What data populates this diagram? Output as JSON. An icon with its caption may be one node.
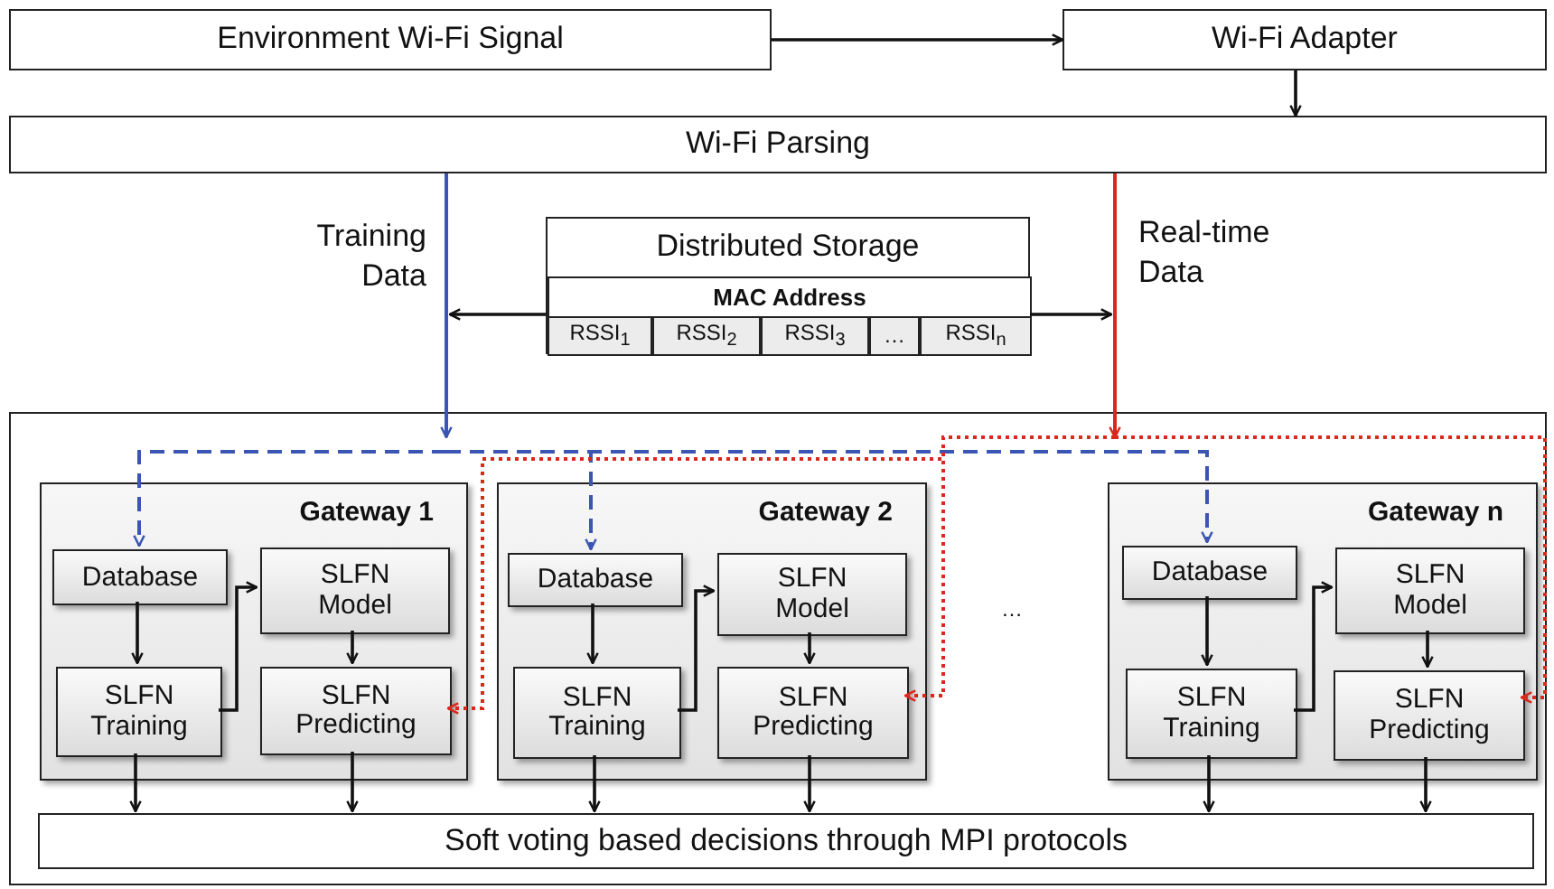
{
  "diagram": {
    "nodes": [
      {
        "text": [
          "Environment Wi-Fi Signal"
        ]
      },
      {
        "text": [
          "Wi-Fi Adapter"
        ]
      },
      {
        "text": [
          "Wi-Fi Parsing"
        ]
      },
      {
        "text": [
          "Distributed Storage"
        ]
      },
      {
        "text": [
          "MAC Address"
        ],
        "in": 3
      },
      {
        "text": [
          "RSSI$_{1}$"
        ],
        "in": 3
      },
      {
        "text": [
          "RSSI$_{2}$"
        ],
        "in": 3
      },
      {
        "text": [
          "RSSI$_{3}$"
        ],
        "in": 3
      },
      {
        "text": [
          "…"
        ],
        "in": 3
      },
      {
        "text": [
          "RSSI$_{n}$"
        ],
        "in": 3
      },
      {
        "text": [],
        "shape": "box"
      },
      {
        "text": [
          "Gateway 1"
        ],
        "in": 10
      },
      {
        "text": [
          "Database"
        ],
        "in": 11
      },
      {
        "text": [
          "SLFN Model"
        ],
        "in": 11
      },
      {
        "text": [
          "SLFN Training"
        ],
        "in": 11
      },
      {
        "text": [
          "SLFN Predicting"
        ],
        "in": 11
      },
      {
        "text": [
          "Gateway 2"
        ],
        "in": 10
      },
      {
        "text": [
          "Database"
        ],
        "in": 16
      },
      {
        "text": [
          "SLFN Model"
        ],
        "in": 16
      },
      {
        "text": [
          "SLFN Training"
        ],
        "in": 16
      },
      {
        "text": [
          "SLFN Predicting"
        ],
        "in": 16
      },
      {
        "text": [
          "Gateway n"
        ],
        "in": 10
      },
      {
        "text": [
          "Database"
        ],
        "in": 21
      },
      {
        "text": [
          "SLFN Model"
        ],
        "in": 21
      },
      {
        "text": [
          "SLFN Training"
        ],
        "in": 21
      },
      {
        "text": [
          "SLFN Predicting"
        ],
        "in": 21
      },
      {
        "text": [
          "Soft voting based decisions through MPI protocols"
        ],
        "in": 10
      }
    ],
    "edges": [
      {
        "from": 0,
        "to": 1,
        "arrow": "to"
      },
      {
        "from": 1,
        "to": 2,
        "arrow": "to"
      },
      {
        "from": 2,
        "to": 10,
        "arrow": "to",
        "color": "#3b55b3"
      },
      {
        "from": 2,
        "to": 10,
        "arrow": "to",
        "color": "#d9281c"
      },
      {
        "from": 3,
        "to": null,
        "arrow": "to"
      },
      {
        "from": 3,
        "to": null,
        "arrow": "to"
      },
      {
        "from": null,
        "to": 12,
        "arrow": "to",
        "style": "dashed",
        "color": "#3b55b3"
      },
      {
        "from": null,
        "to": 17,
        "arrow": "to",
        "style": "dashed",
        "color": "#3b55b3"
      },
      {
        "from": null,
        "to": 22,
        "arrow": "to",
        "style": "dashed",
        "color": "#3b55b3"
      },
      {
        "from": null,
        "to": 15,
        "arrow": "to",
        "style": "dashed",
        "color": "#d9281c"
      },
      {
        "from": null,
        "to": 20,
        "arrow": "to",
        "style": "dashed",
        "color": "#d9281c"
      },
      {
        "from": null,
        "to": 25,
        "arrow": "to",
        "style": "dashed",
        "color": "#d9281c"
      },
      {
        "from": 12,
        "to": 14,
        "arrow": "to"
      },
      {
        "from": 14,
        "to": 13,
        "arrow": "to"
      },
      {
        "from": 13,
        "to": 15,
        "arrow": "to"
      },
      {
        "from": 14,
        "to": 26,
        "arrow": "to"
      },
      {
        "from": 15,
        "to": 26,
        "arrow": "to"
      },
      {
        "from": 17,
        "to": 19,
        "arrow": "to"
      },
      {
        "from": 19,
        "to": 18,
        "arrow": "to"
      },
      {
        "from": 18,
        "to": 20,
        "arrow": "to"
      },
      {
        "from": 19,
        "to": 26,
        "arrow": "to"
      },
      {
        "from": 20,
        "to": 26,
        "arrow": "to"
      },
      {
        "from": 22,
        "to": 24,
        "arrow": "to"
      },
      {
        "from": 24,
        "to": 23,
        "arrow": "to"
      },
      {
        "from": 23,
        "to": 25,
        "arrow": "to"
      },
      {
        "from": 24,
        "to": 26,
        "arrow": "to"
      },
      {
        "from": 25,
        "to": 26,
        "arrow": "to"
      }
    ],
    "labels": [
      "Training Data",
      "Real-time Data",
      "…"
    ]
  }
}
